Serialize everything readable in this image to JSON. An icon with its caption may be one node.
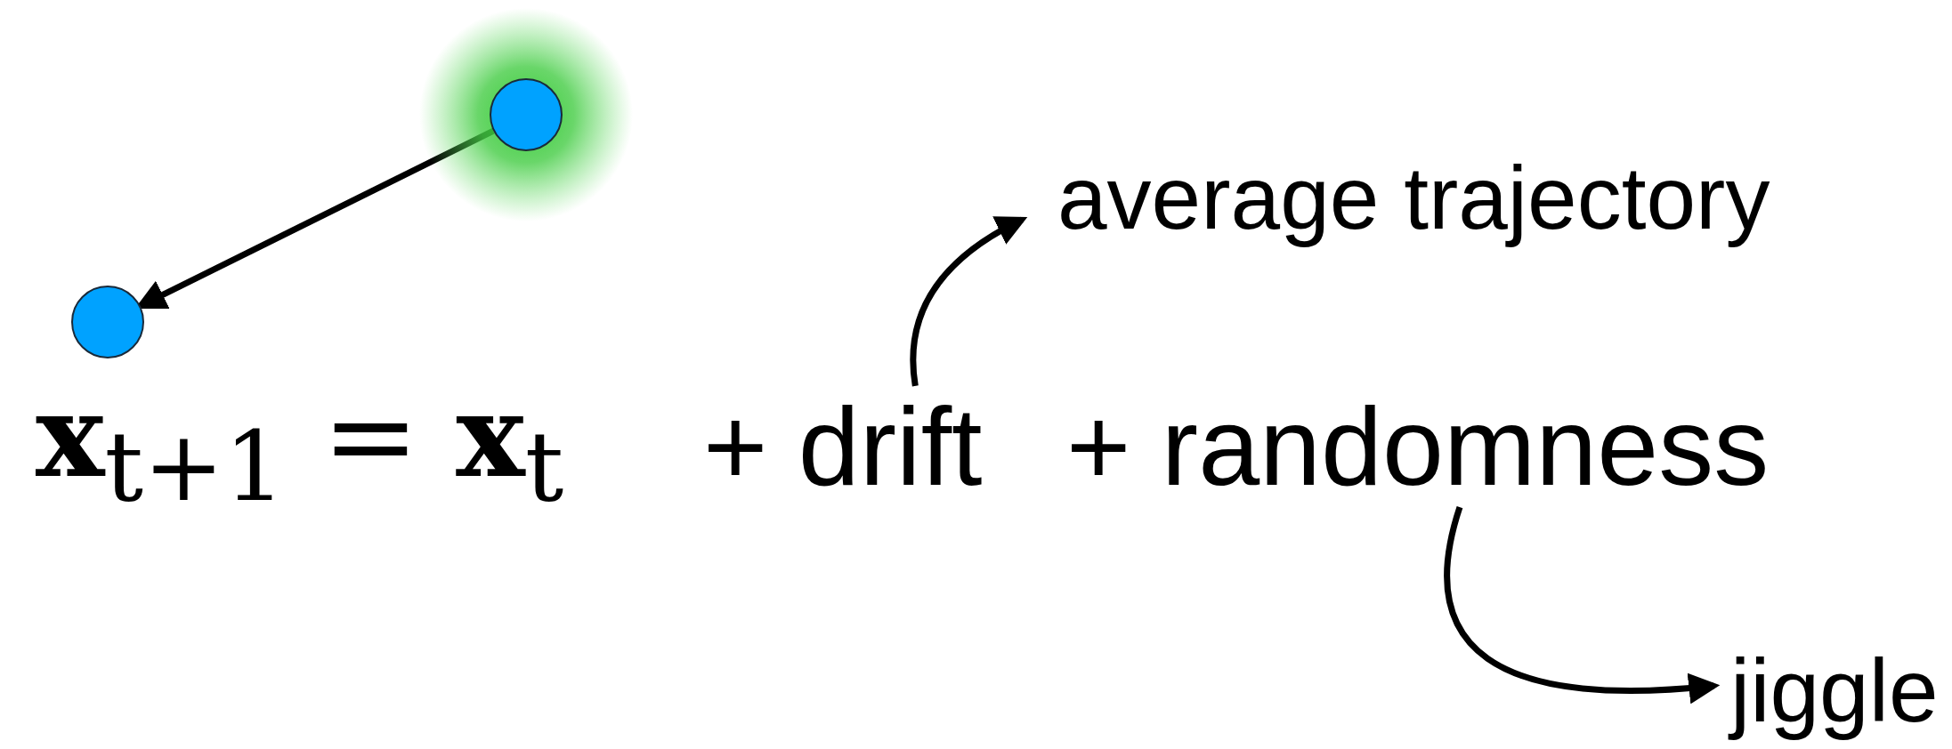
{
  "diagram": {
    "nodes": [
      {
        "text": [],
        "shape": "circle"
      },
      {
        "text": [],
        "shape": "circle"
      },
      {
        "text": [
          "+ drift"
        ]
      },
      {
        "text": [
          "average trajectory"
        ]
      },
      {
        "text": [
          "+ randomness"
        ]
      },
      {
        "text": [
          "jiggle"
        ]
      }
    ],
    "edges": [
      {
        "from": 0,
        "to": 1,
        "arrow": "to"
      },
      {
        "from": 2,
        "to": 3,
        "arrow": "to"
      },
      {
        "from": 4,
        "to": 5,
        "arrow": "to"
      }
    ],
    "labels": [
      "**x**$_{t+1}$ = **x**$_{t}$"
    ]
  }
}
